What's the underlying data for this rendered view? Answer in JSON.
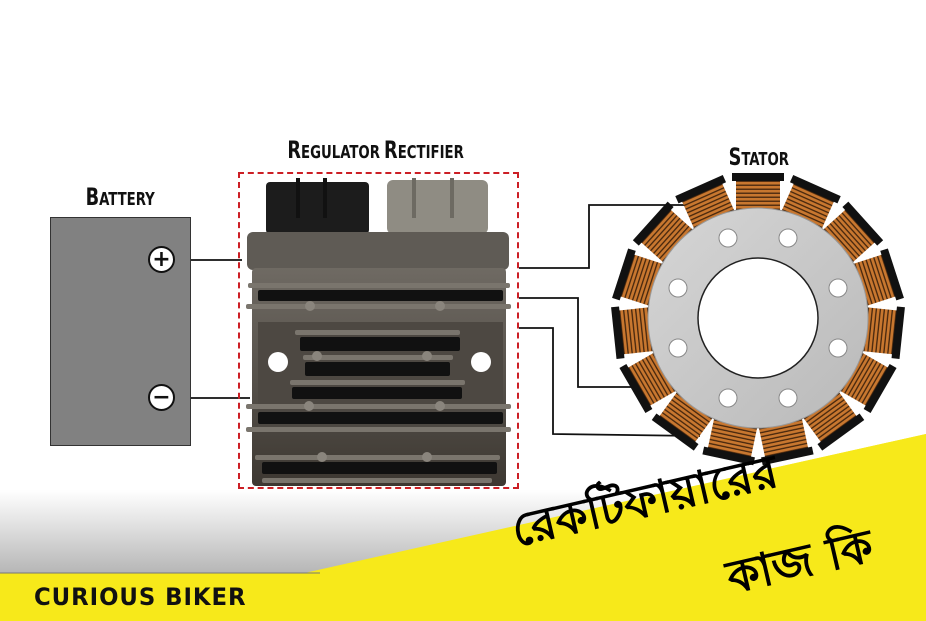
{
  "labels": {
    "battery": {
      "first": "B",
      "rest": "attery"
    },
    "regulator_rectifier": {
      "w1_first": "R",
      "w1_rest": "egulator",
      "w2_first": "R",
      "w2_rest": "ectifier"
    },
    "stator": {
      "first": "S",
      "rest": "tator"
    }
  },
  "battery": {
    "positive_symbol": "+",
    "negative_symbol": "−",
    "color": "#818181"
  },
  "title_bengali": {
    "line1": "রেকটিফায়ারের",
    "line2": "কাজ কি"
  },
  "brand": {
    "logo_text": "CURIOUS BIKER",
    "yellow": "#f7e91a",
    "dash_red": "#cc1f25"
  }
}
